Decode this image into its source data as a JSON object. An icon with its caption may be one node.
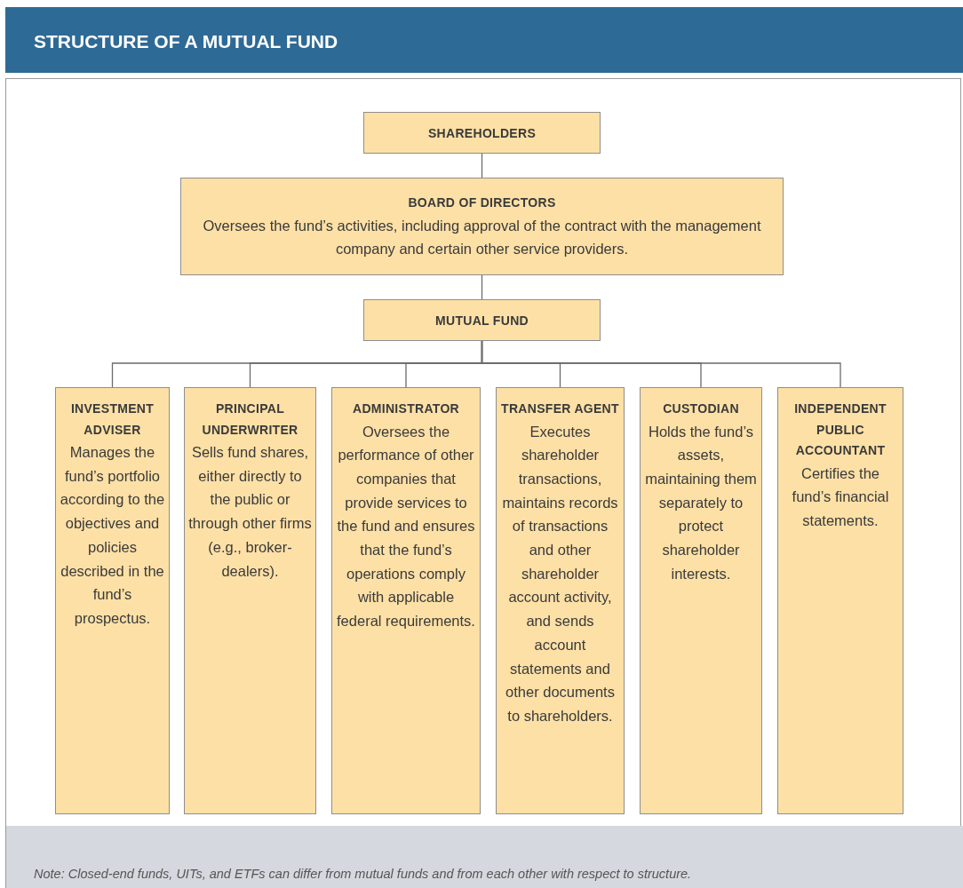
{
  "diagram": {
    "title": "STRUCTURE OF A MUTUAL FUND",
    "nodes": [
      {
        "text": [
          "SHAREHOLDERS"
        ]
      },
      {
        "text": [
          "BOARD OF DIRECTORS",
          "Oversees the fund’s activities, including approval of the contract with the management company and certain other service providers."
        ]
      },
      {
        "text": [
          "MUTUAL FUND"
        ]
      },
      {
        "text": [
          "INVESTMENT ADVISER",
          "Manages the fund’s portfolio according to the objectives and policies described in the fund’s prospectus."
        ]
      },
      {
        "text": [
          "PRINCIPAL UNDERWRITER",
          "Sells fund shares, either directly to the public or through other firms (e.g., broker-dealers)."
        ]
      },
      {
        "text": [
          "ADMINISTRATOR",
          "Oversees the performance of other companies that provide services to the fund and ensures that the fund’s operations comply with applicable federal requirements."
        ]
      },
      {
        "text": [
          "TRANSFER AGENT",
          "Executes shareholder transactions, maintains records of transactions and other shareholder account activity, and sends account statements and other documents to shareholders."
        ]
      },
      {
        "text": [
          "CUSTODIAN",
          "Holds the fund’s assets, maintaining them separately to protect shareholder interests."
        ]
      },
      {
        "text": [
          "INDEPENDENT PUBLIC ACCOUNTANT",
          "Certifies the fund’s financial statements."
        ]
      }
    ],
    "edges": [
      {
        "from": 0,
        "to": 1,
        "arrow": "none"
      },
      {
        "from": 1,
        "to": 2,
        "arrow": "none"
      },
      {
        "from": 2,
        "to": 3,
        "arrow": "none"
      },
      {
        "from": 2,
        "to": 4,
        "arrow": "none"
      },
      {
        "from": 2,
        "to": 5,
        "arrow": "none"
      },
      {
        "from": 2,
        "to": 6,
        "arrow": "none"
      },
      {
        "from": 2,
        "to": 7,
        "arrow": "none"
      },
      {
        "from": 2,
        "to": 8,
        "arrow": "none"
      }
    ],
    "labels": [
      "Note: Closed-end funds, UITs, and ETFs can differ from mutual funds and from each other with respect to structure."
    ]
  }
}
